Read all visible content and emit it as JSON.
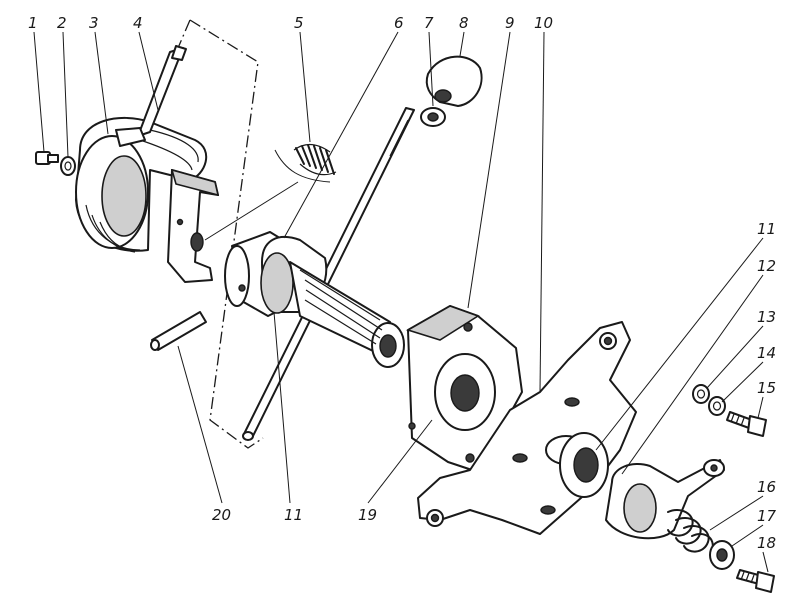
{
  "callouts": [
    {
      "id": "c1",
      "label": "1"
    },
    {
      "id": "c2",
      "label": "2"
    },
    {
      "id": "c3",
      "label": "3"
    },
    {
      "id": "c4",
      "label": "4"
    },
    {
      "id": "c5",
      "label": "5"
    },
    {
      "id": "c6",
      "label": "6"
    },
    {
      "id": "c7",
      "label": "7"
    },
    {
      "id": "c8",
      "label": "8"
    },
    {
      "id": "c9",
      "label": "9"
    },
    {
      "id": "c10",
      "label": "10"
    },
    {
      "id": "c11a",
      "label": "11"
    },
    {
      "id": "c12",
      "label": "12"
    },
    {
      "id": "c13",
      "label": "13"
    },
    {
      "id": "c14",
      "label": "14"
    },
    {
      "id": "c15",
      "label": "15"
    },
    {
      "id": "c16",
      "label": "16"
    },
    {
      "id": "c17",
      "label": "17"
    },
    {
      "id": "c18",
      "label": "18"
    },
    {
      "id": "c20",
      "label": "20"
    },
    {
      "id": "c11b",
      "label": "11"
    },
    {
      "id": "c19",
      "label": "19"
    }
  ]
}
